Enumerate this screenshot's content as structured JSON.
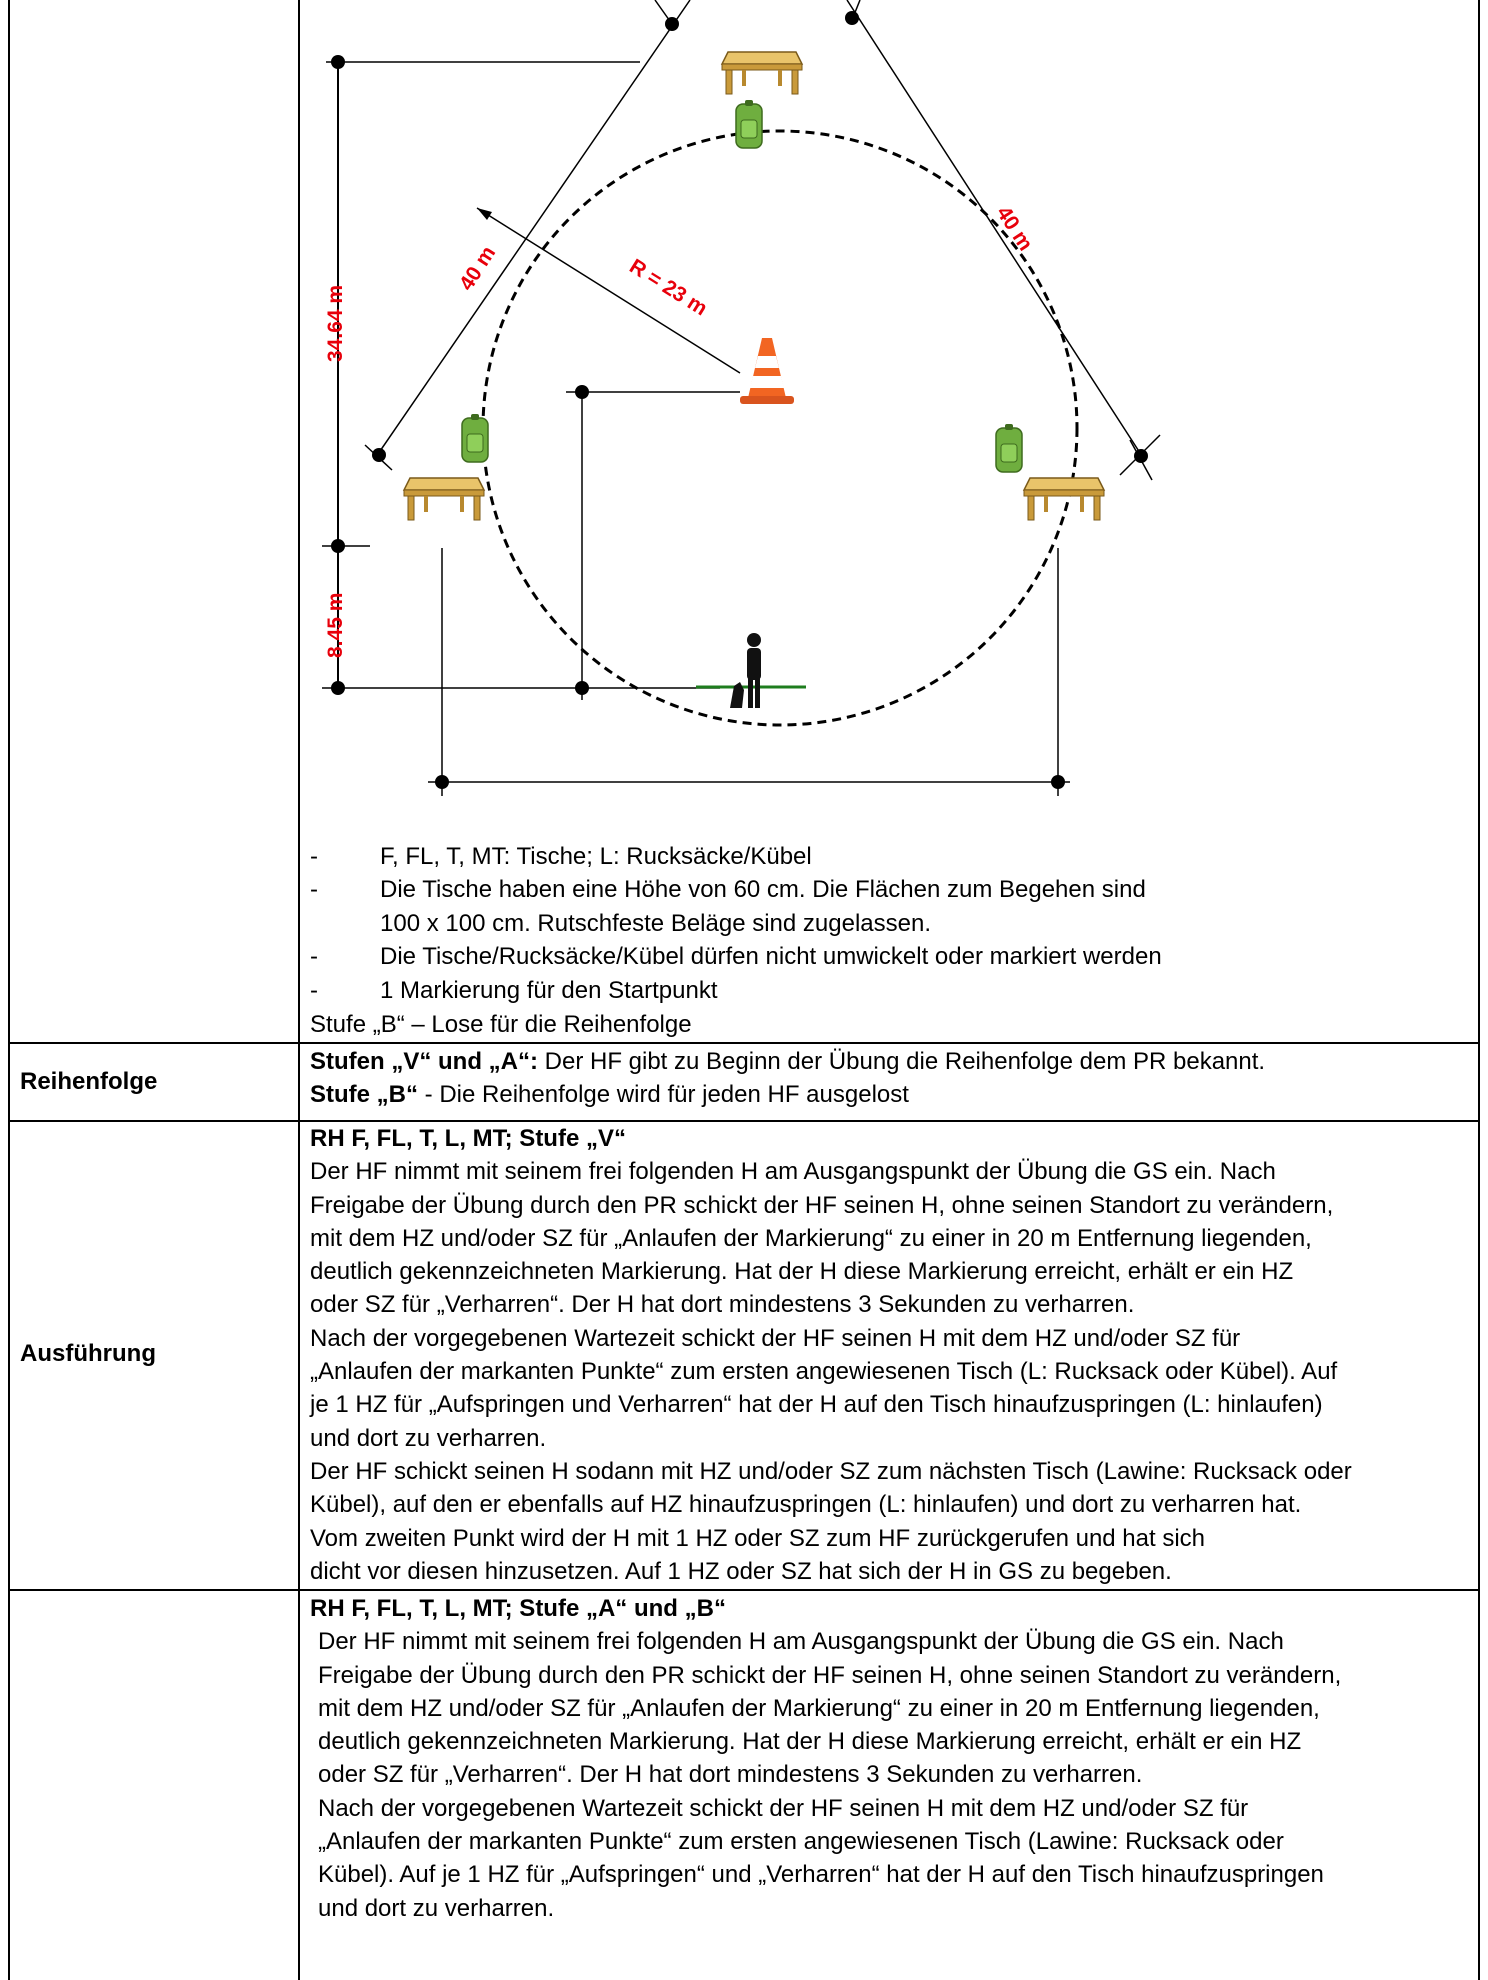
{
  "diagram": {
    "radius_label": "R = 23 m",
    "side_left_label": "40 m",
    "side_right_label": "40 m",
    "height_label": "34.64 m",
    "offset_label": "8.45 m"
  },
  "bullets": [
    {
      "dash": "-",
      "text": "F, FL, T, MT: Tische; L: Rucksäcke/Kübel"
    },
    {
      "dash": "-",
      "text": "Die Tische haben eine Höhe von 60 cm. Die Flächen zum Begehen sind"
    },
    {
      "dash": "",
      "text": "100 x 100 cm. Rutschfeste Beläge sind zugelassen."
    },
    {
      "dash": "-",
      "text": "Die Tische/Rucksäcke/Kübel dürfen nicht umwickelt oder markiert werden"
    },
    {
      "dash": "-",
      "text": "1 Markierung für den Startpunkt"
    }
  ],
  "lots_note": "Stufe „B“ – Lose für die Reihenfolge",
  "reihenfolge": {
    "label": "Reihenfolge",
    "line1_bold": "Stufen „V“ und „A“:",
    "line1_rest": " Der HF gibt zu Beginn der Übung die Reihenfolge dem PR bekannt.",
    "line2_bold": "Stufe „B“",
    "line2_rest": " - Die Reihenfolge wird für jeden HF ausgelost"
  },
  "ausfuehrung": {
    "label": "Ausführung",
    "heading": "RH F, FL, T, L, MT; Stufe „V“",
    "lines": [
      "Der HF nimmt mit seinem frei folgenden H am Ausgangspunkt der Übung die GS ein. Nach",
      "Freigabe der Übung durch den PR schickt der HF seinen H, ohne seinen Standort zu verändern,",
      "mit dem HZ und/oder SZ für „Anlaufen der Markierung“ zu einer in 20 m Entfernung liegenden,",
      "deutlich gekennzeichneten Markierung. Hat der H diese Markierung erreicht, erhält er ein HZ",
      "oder SZ für „Verharren“. Der H hat dort mindestens 3 Sekunden zu verharren.",
      "Nach der vorgegebenen Wartezeit schickt der HF seinen H mit dem HZ und/oder SZ für",
      "„Anlaufen der markanten Punkte“ zum ersten angewiesenen Tisch (L: Rucksack oder Kübel). Auf",
      "je 1 HZ für „Aufspringen und Verharren“ hat der H auf den Tisch hinaufzuspringen (L: hinlaufen)",
      "und dort zu verharren.",
      "Der HF schickt seinen H sodann mit HZ und/oder SZ zum nächsten Tisch (Lawine: Rucksack oder",
      "Kübel), auf den er ebenfalls auf HZ hinaufzuspringen (L: hinlaufen) und dort zu verharren hat.",
      "Vom zweiten Punkt wird der H mit 1 HZ oder SZ zum HF zurückgerufen und hat sich",
      "dicht vor diesen hinzusetzen. Auf 1 HZ oder SZ hat sich der H in GS zu begeben."
    ]
  },
  "ausfuehrung2": {
    "heading": "RH F, FL, T, L, MT; Stufe „A“ und „B“",
    "lines": [
      "Der HF nimmt mit seinem frei folgenden H am Ausgangspunkt der Übung die GS ein. Nach",
      "Freigabe der Übung durch den PR schickt der HF seinen H, ohne seinen Standort zu verändern,",
      "mit dem HZ und/oder SZ für „Anlaufen der Markierung“ zu einer in 20 m Entfernung liegenden,",
      "deutlich gekennzeichneten Markierung. Hat der H diese Markierung erreicht, erhält er ein HZ",
      "oder SZ für „Verharren“. Der H hat dort mindestens 3 Sekunden zu verharren.",
      "Nach der vorgegebenen Wartezeit schickt der HF seinen H mit dem HZ und/oder SZ für",
      "„Anlaufen der markanten Punkte“ zum ersten angewiesenen Tisch (Lawine: Rucksack oder",
      "Kübel). Auf je 1 HZ für „Aufspringen“ und „Verharren“ hat der H auf den Tisch hinaufzuspringen",
      "und dort zu verharren."
    ]
  },
  "colors": {
    "label_red": "#e8000b",
    "backpack_green": "#6fae3f",
    "table_wood": "#e9c46a",
    "cone_orange": "#f26522",
    "start_line_green": "#1e7d1e"
  }
}
